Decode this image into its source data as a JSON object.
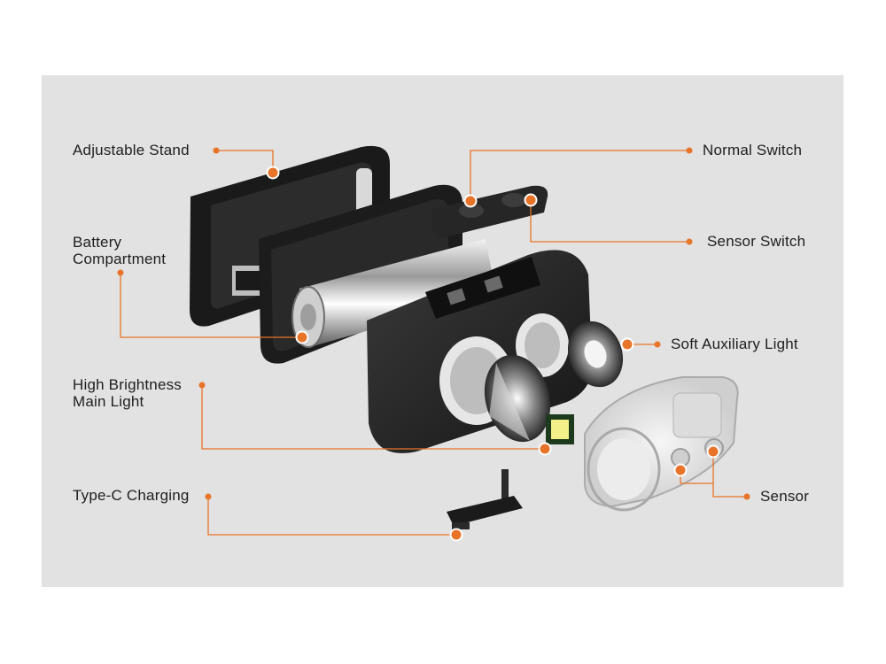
{
  "accent_color": "#e8742a",
  "labels": {
    "adjustable_stand": "Adjustable Stand",
    "battery_compartment_line1": "Battery",
    "battery_compartment_line2": "Compartment",
    "high_brightness_line1": "High Brightness",
    "high_brightness_line2": "Main Light",
    "type_c_charging": "Type-C Charging",
    "normal_switch": "Normal Switch",
    "sensor_switch": "Sensor Switch",
    "soft_auxiliary_light": "Soft Auxiliary Light",
    "sensor": "Sensor"
  }
}
